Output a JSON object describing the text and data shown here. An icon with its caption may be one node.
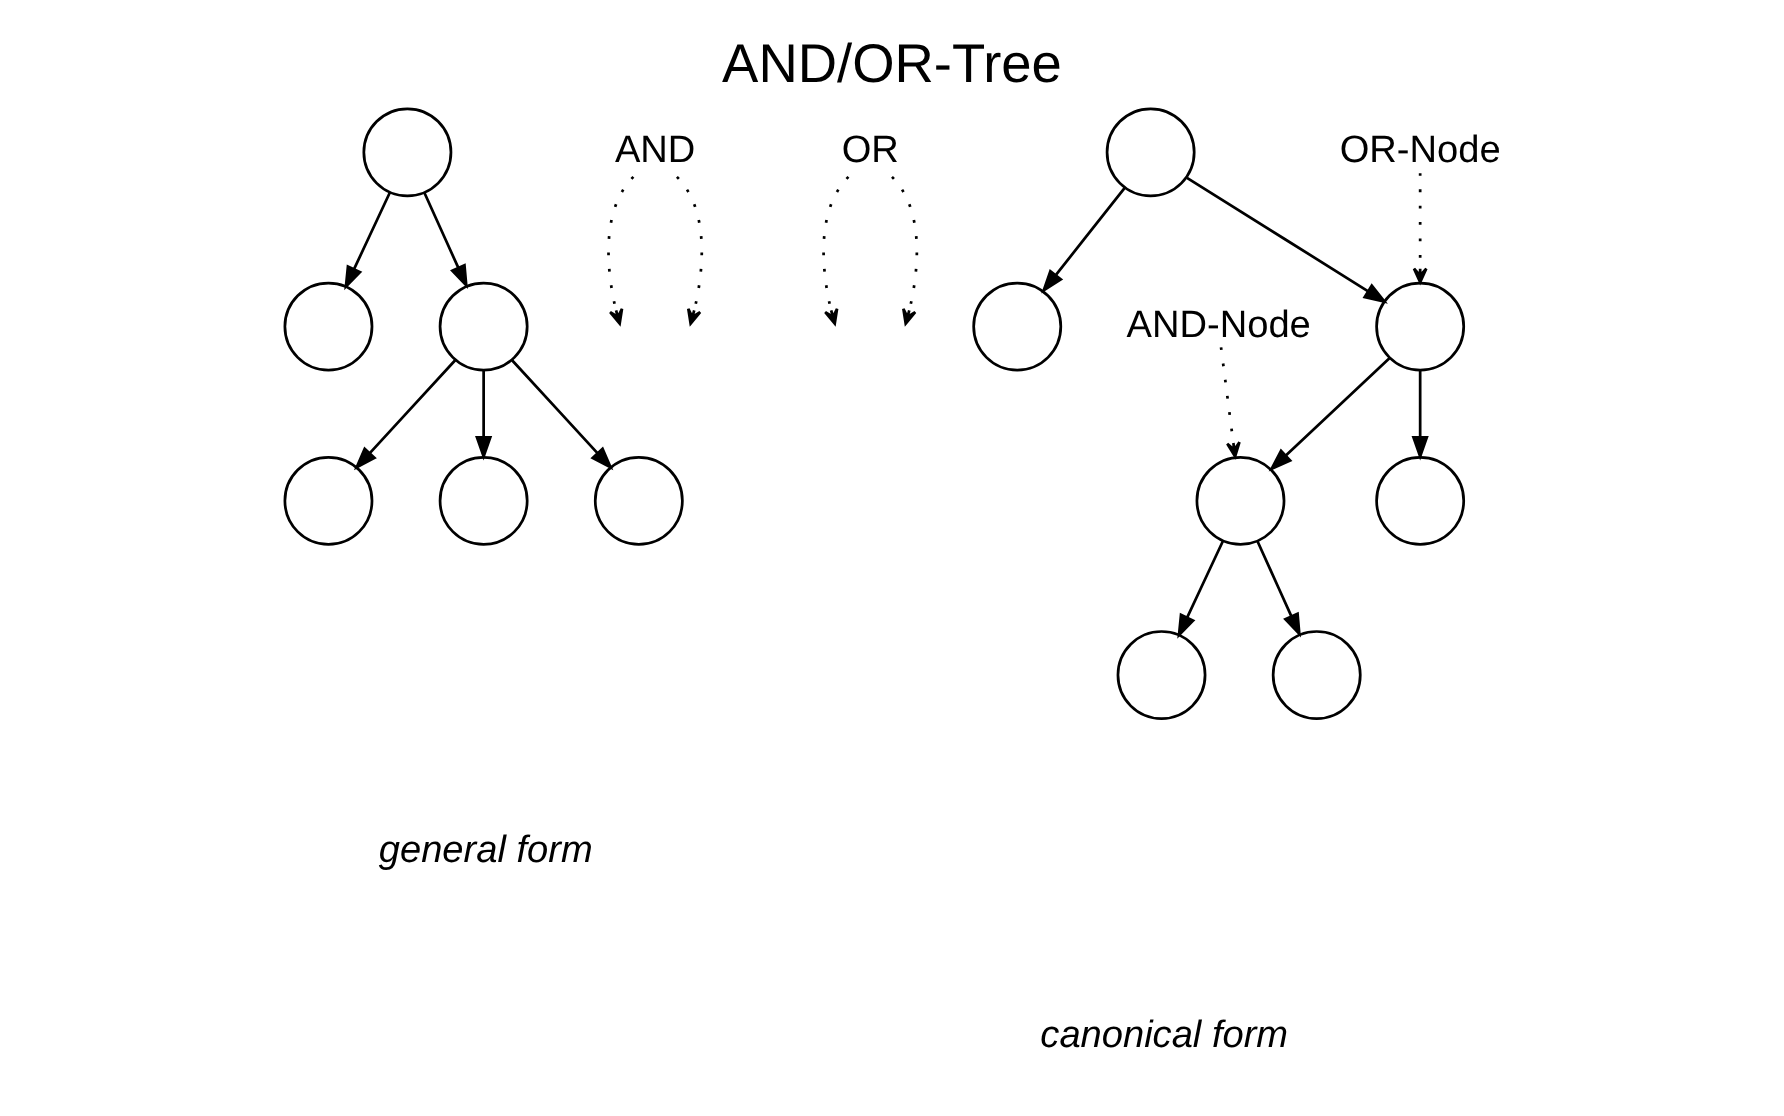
{
  "diagram": {
    "title": "AND/OR-Tree",
    "nodes": [
      {
        "text": [],
        "shape": "circle"
      },
      {
        "text": [],
        "shape": "circle"
      },
      {
        "text": [],
        "shape": "circle"
      },
      {
        "text": [],
        "shape": "circle"
      },
      {
        "text": [],
        "shape": "circle"
      },
      {
        "text": [],
        "shape": "circle"
      },
      {
        "text": [
          "AND"
        ]
      },
      {
        "text": [
          "OR"
        ]
      },
      {
        "text": [],
        "shape": "circle"
      },
      {
        "text": [],
        "shape": "circle"
      },
      {
        "text": [],
        "shape": "circle"
      },
      {
        "text": [],
        "shape": "circle"
      },
      {
        "text": [],
        "shape": "circle"
      },
      {
        "text": [],
        "shape": "circle"
      },
      {
        "text": [],
        "shape": "circle"
      },
      {
        "text": [
          "OR-Node"
        ]
      },
      {
        "text": [
          "AND-Node"
        ]
      }
    ],
    "edges": [
      {
        "from": 0,
        "to": 1,
        "arrow": "to"
      },
      {
        "from": 0,
        "to": 2,
        "arrow": "to"
      },
      {
        "from": 2,
        "to": 3,
        "arrow": "to"
      },
      {
        "from": 2,
        "to": 4,
        "arrow": "to"
      },
      {
        "from": 2,
        "to": 5,
        "arrow": "to"
      },
      {
        "from": 6,
        "to": null,
        "arrow": "to",
        "style": "dashed"
      },
      {
        "from": 6,
        "to": null,
        "arrow": "to",
        "style": "dashed"
      },
      {
        "from": 7,
        "to": null,
        "arrow": "to",
        "style": "dashed"
      },
      {
        "from": 7,
        "to": null,
        "arrow": "to",
        "style": "dashed"
      },
      {
        "from": 8,
        "to": 9,
        "arrow": "to"
      },
      {
        "from": 8,
        "to": 10,
        "arrow": "to"
      },
      {
        "from": 10,
        "to": 11,
        "arrow": "to"
      },
      {
        "from": 10,
        "to": 12,
        "arrow": "to"
      },
      {
        "from": 11,
        "to": 13,
        "arrow": "to"
      },
      {
        "from": 11,
        "to": 14,
        "arrow": "to"
      },
      {
        "from": 15,
        "to": 10,
        "arrow": "to",
        "style": "dashed"
      },
      {
        "from": 16,
        "to": 11,
        "arrow": "to",
        "style": "dashed"
      }
    ],
    "labels": [
      "general form",
      "canonical form"
    ]
  }
}
